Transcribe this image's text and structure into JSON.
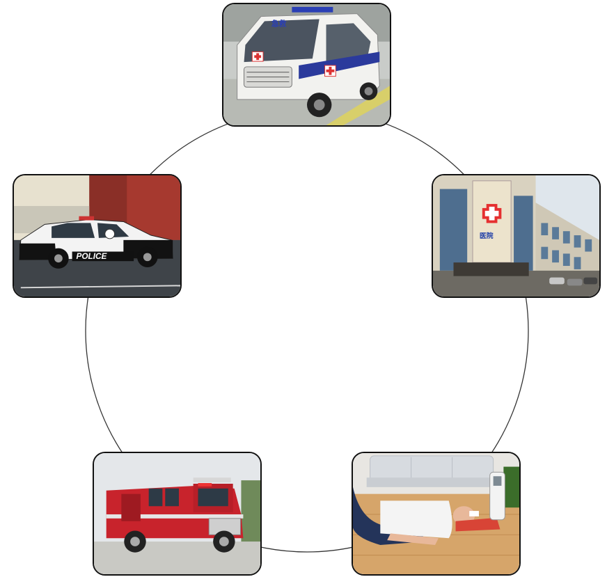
{
  "diagram": {
    "type": "cycle",
    "nodes": [
      {
        "id": "ambulance",
        "image": "ambulance-photo",
        "lettering": "急救"
      },
      {
        "id": "hospital",
        "image": "hospital-building-photo",
        "lettering": "医院"
      },
      {
        "id": "patient",
        "image": "patient-on-floor-photo",
        "lettering": ""
      },
      {
        "id": "fire-truck",
        "image": "fire-truck-photo",
        "lettering": ""
      },
      {
        "id": "police-car",
        "image": "police-car-photo",
        "lettering": "POLICE"
      }
    ],
    "connector_color": "#333333",
    "frame_color": "#111111"
  }
}
